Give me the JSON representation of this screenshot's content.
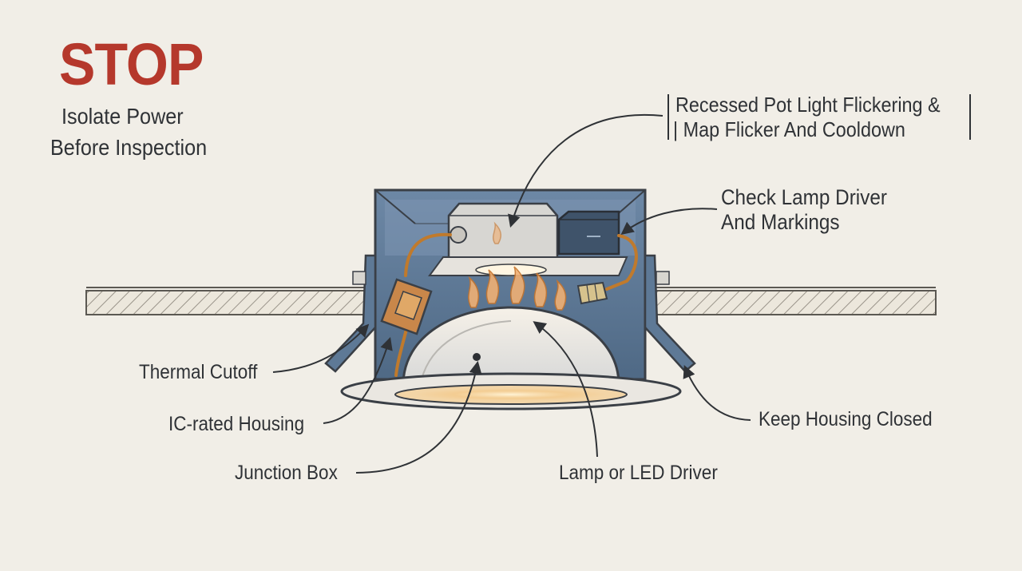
{
  "warning": {
    "heading": "STOP",
    "line1": "Isolate Power",
    "line2": "Before Inspection",
    "color": "#b5382c"
  },
  "title": {
    "line1": "Recessed Pot Light Flickering &",
    "line2": "| Map Flicker And Cooldown"
  },
  "callouts": {
    "driver_check_line1": "Check Lamp Driver",
    "driver_check_line2": "And Markings",
    "thermal_cutoff": "Thermal Cutoff",
    "ic_housing": "IC-rated Housing",
    "junction_box": "Junction Box",
    "lamp_driver": "Lamp or LED Driver",
    "keep_closed": "Keep Housing Closed"
  },
  "colors": {
    "housing_blue": "#5e7996",
    "wire_orange": "#c07a2c",
    "glow": "#f3c98a",
    "outline": "#3a3f46"
  },
  "icons": [
    "flame-icon",
    "light-fixture-icon"
  ]
}
